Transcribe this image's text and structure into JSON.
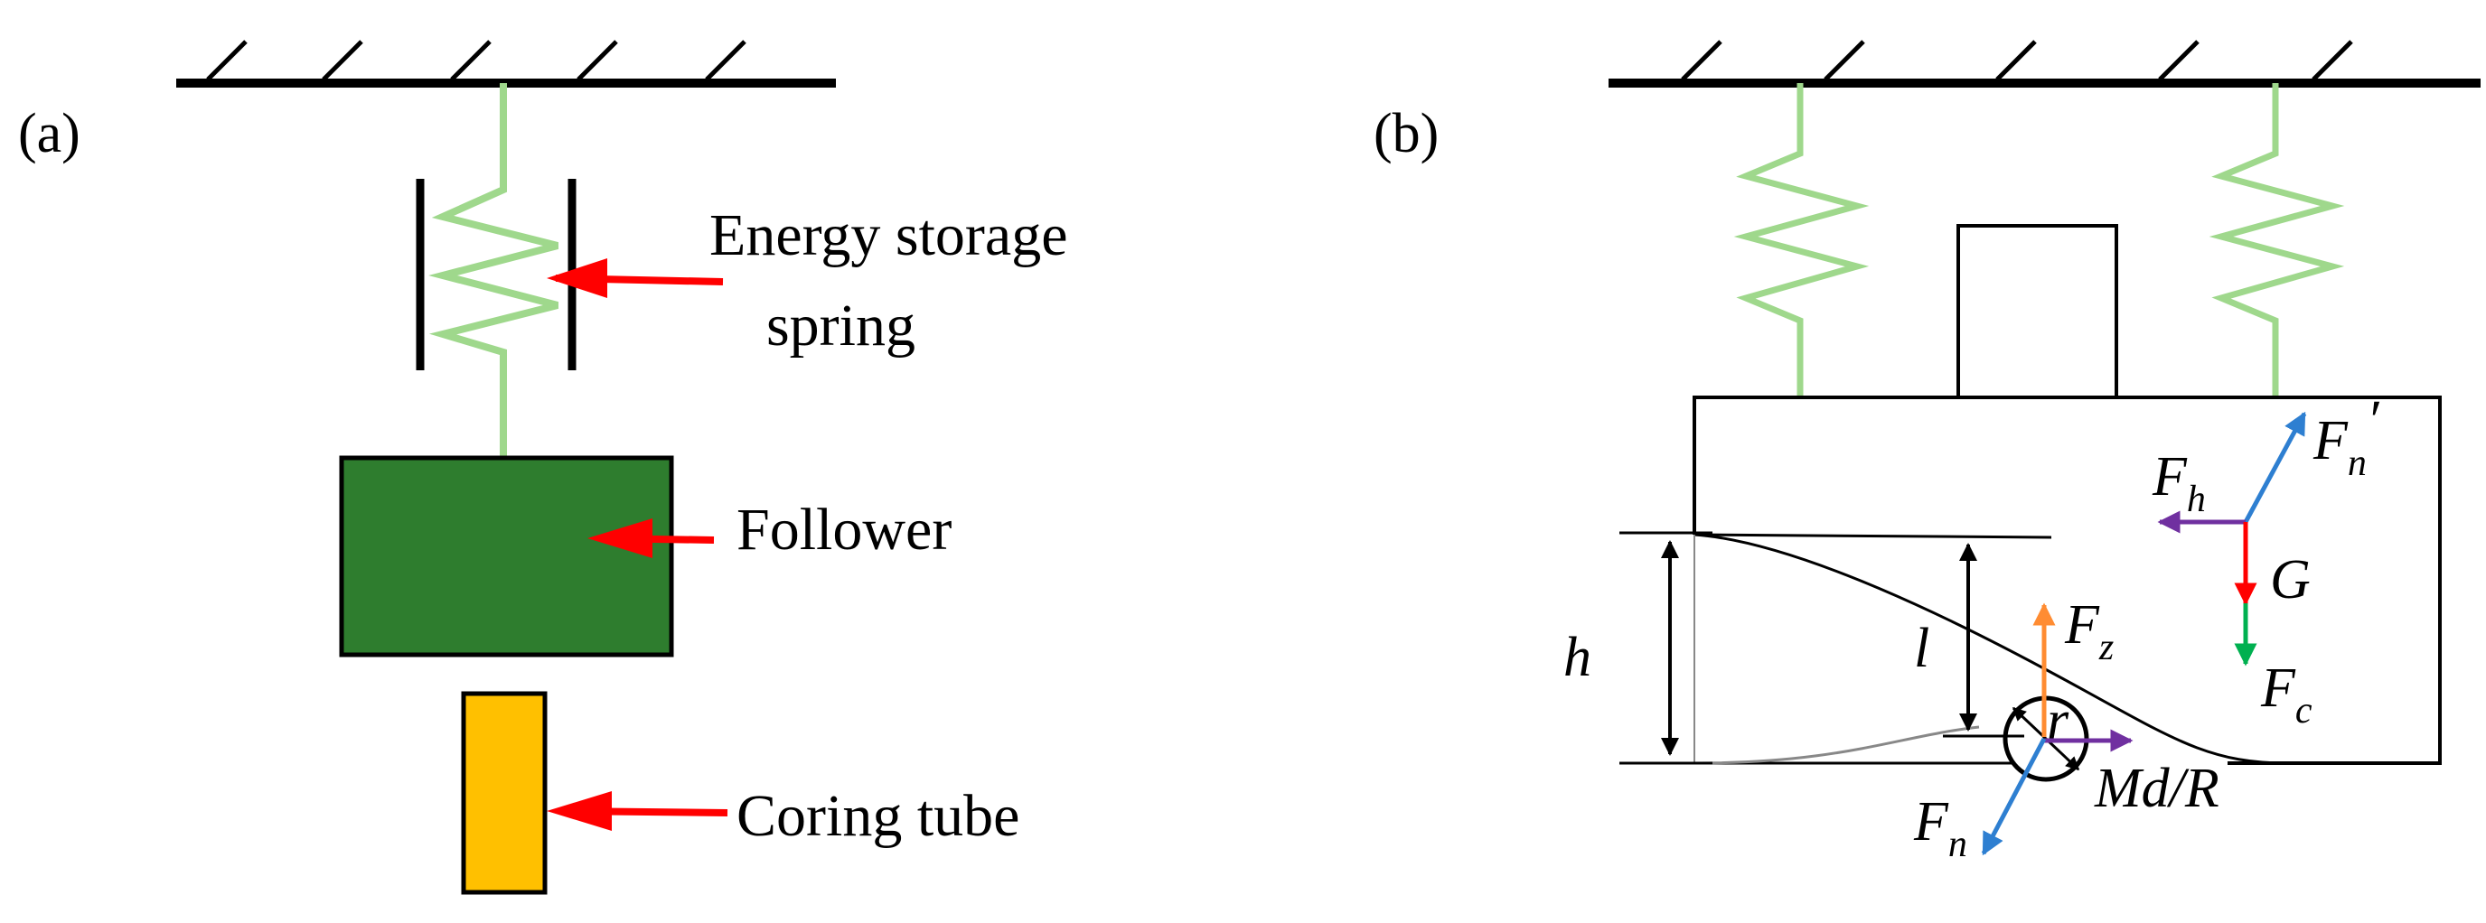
{
  "panel_a": {
    "label": "(a)",
    "callouts": {
      "spring_line1": "Energy storage",
      "spring_line2": "spring",
      "follower": "Follower",
      "coring_tube": "Coring tube"
    }
  },
  "panel_b": {
    "label": "(b)",
    "dims": {
      "h": "h",
      "l": "l",
      "r": "r"
    },
    "forces": {
      "Fn_prime_base": "F",
      "Fn_prime_sub": "n",
      "Fn_prime_mark": "′",
      "Fh_base": "F",
      "Fh_sub": "h",
      "G": "G",
      "Fz_base": "F",
      "Fz_sub": "z",
      "Fc_base": "F",
      "Fc_sub": "c",
      "Fn_base": "F",
      "Fn_sub": "n",
      "MdR": "Md/R"
    }
  },
  "colors": {
    "spring_green": "#9fd88c",
    "follower_fill": "#2e7d2e",
    "tube_fill": "#ffc000",
    "pointer_red": "#ff0000",
    "force_blue": "#2e7fd1",
    "force_purple": "#7030a0",
    "force_orange": "#ff8c32",
    "force_green": "#00b050",
    "force_red": "#ff0000"
  }
}
